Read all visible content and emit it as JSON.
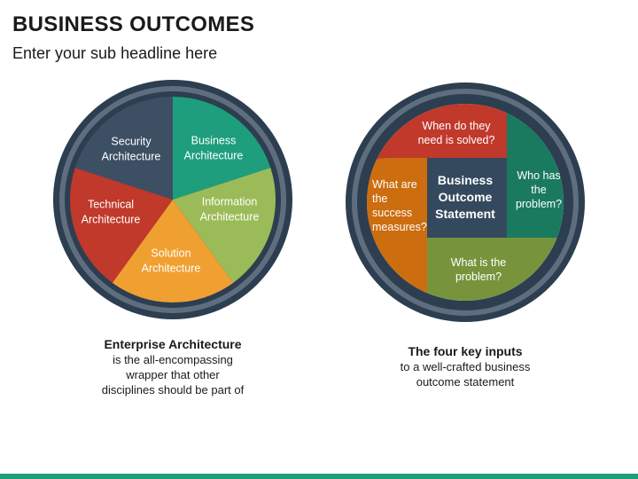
{
  "slide": {
    "title": "BUSINESS OUTCOMES",
    "subtitle": "Enter your sub headline here"
  },
  "left_diagram": {
    "segments": [
      {
        "lines": [
          "Business",
          "Architecture"
        ],
        "color": "#1e9e7c"
      },
      {
        "lines": [
          "Information",
          "Architecture"
        ],
        "color": "#9bbb59"
      },
      {
        "lines": [
          "Solution",
          "Architecture"
        ],
        "color": "#f0a030"
      },
      {
        "lines": [
          "Technical",
          "Architecture"
        ],
        "color": "#c0392b"
      },
      {
        "lines": [
          "Security",
          "Architecture"
        ],
        "color": "#3d4f63"
      }
    ],
    "caption_title": "Enterprise Architecture",
    "caption_lines": [
      "is the all-encompassing",
      "wrapper that other",
      "disciplines should be part of"
    ]
  },
  "right_diagram": {
    "center_lines": [
      "Business",
      "Outcome",
      "Statement"
    ],
    "segments": [
      {
        "lines": [
          "When do they",
          "need is solved?"
        ],
        "color": "#c0392b"
      },
      {
        "lines": [
          "Who has",
          "the",
          "problem?"
        ],
        "color": "#1a7a60"
      },
      {
        "lines": [
          "What is the",
          "problem?"
        ],
        "color": "#77943d"
      },
      {
        "lines": [
          "What are",
          "the",
          "success",
          "measures?"
        ],
        "color": "#cc6d10"
      }
    ],
    "center_color": "#34495e",
    "caption_title": "The four key inputs",
    "caption_lines": [
      "to a well-crafted business",
      "outcome statement"
    ]
  },
  "colors": {
    "ring_dark": "#2c3e50",
    "ring_mid": "#6c7a89",
    "accent_bar": "#1e9e7c"
  }
}
